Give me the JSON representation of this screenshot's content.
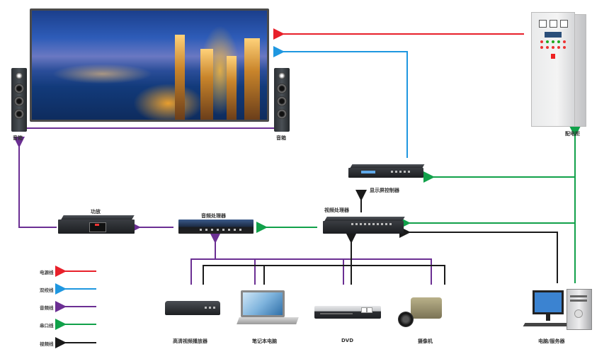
{
  "title": "LED显示屏系统连接示意图",
  "colors": {
    "power": "#e8202a",
    "network": "#1f97e0",
    "audio": "#6b2f93",
    "serial": "#11a14a",
    "video": "#1a1a1a"
  },
  "devices": {
    "led_screen": {
      "label": ""
    },
    "speaker_left": {
      "label": "音箱"
    },
    "speaker_right": {
      "label": "音箱"
    },
    "power_cabinet": {
      "label": "配电柜"
    },
    "display_controller": {
      "label": "显示屏控制器"
    },
    "video_processor": {
      "label": "视频处理器"
    },
    "audio_processor": {
      "label": "音频处理器"
    },
    "amplifier": {
      "label": "功放"
    },
    "hd_player": {
      "label": "高清视频播放器"
    },
    "laptop": {
      "label": "笔记本电脑"
    },
    "dvd": {
      "label": "DVD"
    },
    "camera": {
      "label": "摄像机"
    },
    "pc_server": {
      "label": "电脑/服务器"
    }
  },
  "legend": [
    {
      "label": "电源线",
      "type": "power"
    },
    {
      "label": "双绞线",
      "type": "network"
    },
    {
      "label": "音频线",
      "type": "audio"
    },
    {
      "label": "串口线",
      "type": "serial"
    },
    {
      "label": "视频线",
      "type": "video"
    }
  ],
  "connections": [
    {
      "from": "power_cabinet",
      "to": "led_screen",
      "type": "power"
    },
    {
      "from": "display_controller",
      "to": "led_screen",
      "type": "network"
    },
    {
      "from": "video_processor",
      "to": "display_controller",
      "type": "video"
    },
    {
      "from": "pc_server",
      "to": "display_controller",
      "type": "serial"
    },
    {
      "from": "pc_server",
      "to": "video_processor",
      "type": "serial"
    },
    {
      "from": "pc_server",
      "to": "video_processor",
      "type": "video"
    },
    {
      "from": "pc_server",
      "to": "power_cabinet",
      "type": "serial"
    },
    {
      "from": "video_processor",
      "to": "audio_processor",
      "type": "serial"
    },
    {
      "from": "audio_processor",
      "to": "amplifier",
      "type": "audio"
    },
    {
      "from": "amplifier",
      "to": "speaker_left",
      "type": "audio"
    },
    {
      "from": "amplifier",
      "to": "speaker_right",
      "type": "audio"
    },
    {
      "from": "hd_player",
      "to": "audio_processor",
      "type": "audio"
    },
    {
      "from": "laptop",
      "to": "audio_processor",
      "type": "audio"
    },
    {
      "from": "dvd",
      "to": "audio_processor",
      "type": "audio"
    },
    {
      "from": "camera",
      "to": "audio_processor",
      "type": "audio"
    },
    {
      "from": "hd_player",
      "to": "video_processor",
      "type": "video"
    },
    {
      "from": "laptop",
      "to": "video_processor",
      "type": "video"
    },
    {
      "from": "dvd",
      "to": "video_processor",
      "type": "video"
    },
    {
      "from": "camera",
      "to": "video_processor",
      "type": "video"
    }
  ]
}
